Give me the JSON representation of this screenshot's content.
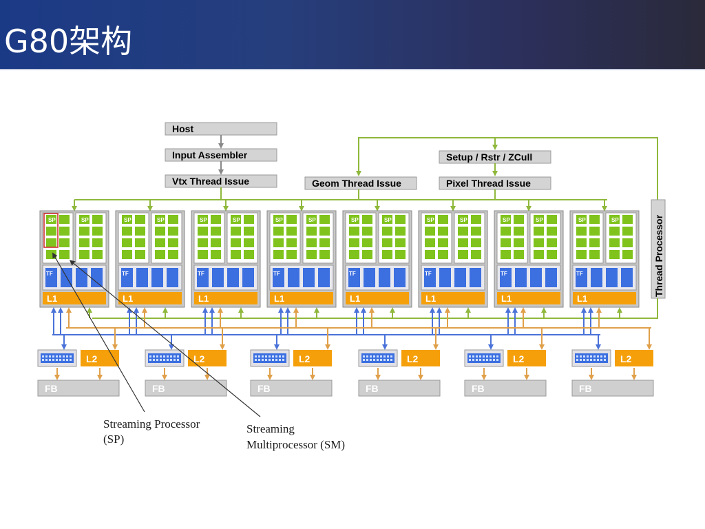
{
  "slide": {
    "title": "G80架构"
  },
  "diagram": {
    "host": "Host",
    "input_assembler": "Input Assembler",
    "vtx_thread_issue": "Vtx Thread Issue",
    "geom_thread_issue": "Geom Thread Issue",
    "setup_rstr_zcull": "Setup / Rstr / ZCull",
    "pixel_thread_issue": "Pixel Thread Issue",
    "thread_processor": "Thread Processor",
    "sp_label": "SP",
    "tf_label": "TF",
    "l1_label": "L1",
    "l2_label": "L2",
    "fb_label": "FB",
    "annotation_sp_line1": "Streaming Processor",
    "annotation_sp_line2": "(SP)",
    "annotation_sm_line1": "Streaming",
    "annotation_sm_line2": "Multiprocessor (SM)",
    "colors": {
      "green": "#7fc31c",
      "green_line": "#8fb83c",
      "blue": "#3c6fe0",
      "orange": "#f5a00a",
      "orange_line": "#e0a04a",
      "gray_box": "#d4d4d4",
      "cluster_bg": "#c8c8c8"
    }
  }
}
